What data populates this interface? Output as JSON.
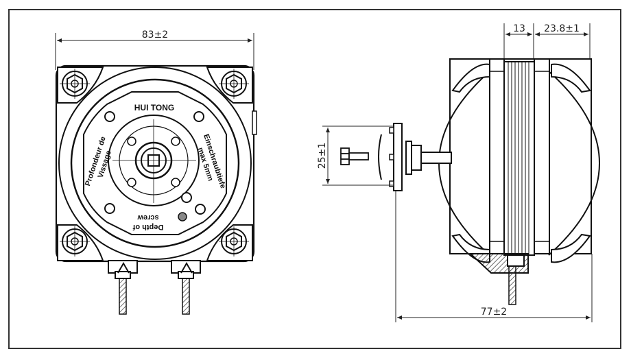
{
  "front_view": {
    "brand": "HUI TONG",
    "width_dim": "83±2",
    "label_fr_line1": "Profondeur de",
    "label_fr_line2": "Vissage",
    "label_de_line1": "Einschraubtiefe",
    "label_de_line2": "max 5mm",
    "label_en_line1": "Depth of",
    "label_en_line2": "screw"
  },
  "side_view": {
    "dim_core": "13",
    "dim_fan": "23.8±1",
    "dim_flange": "25±1",
    "dim_length": "77±2"
  }
}
